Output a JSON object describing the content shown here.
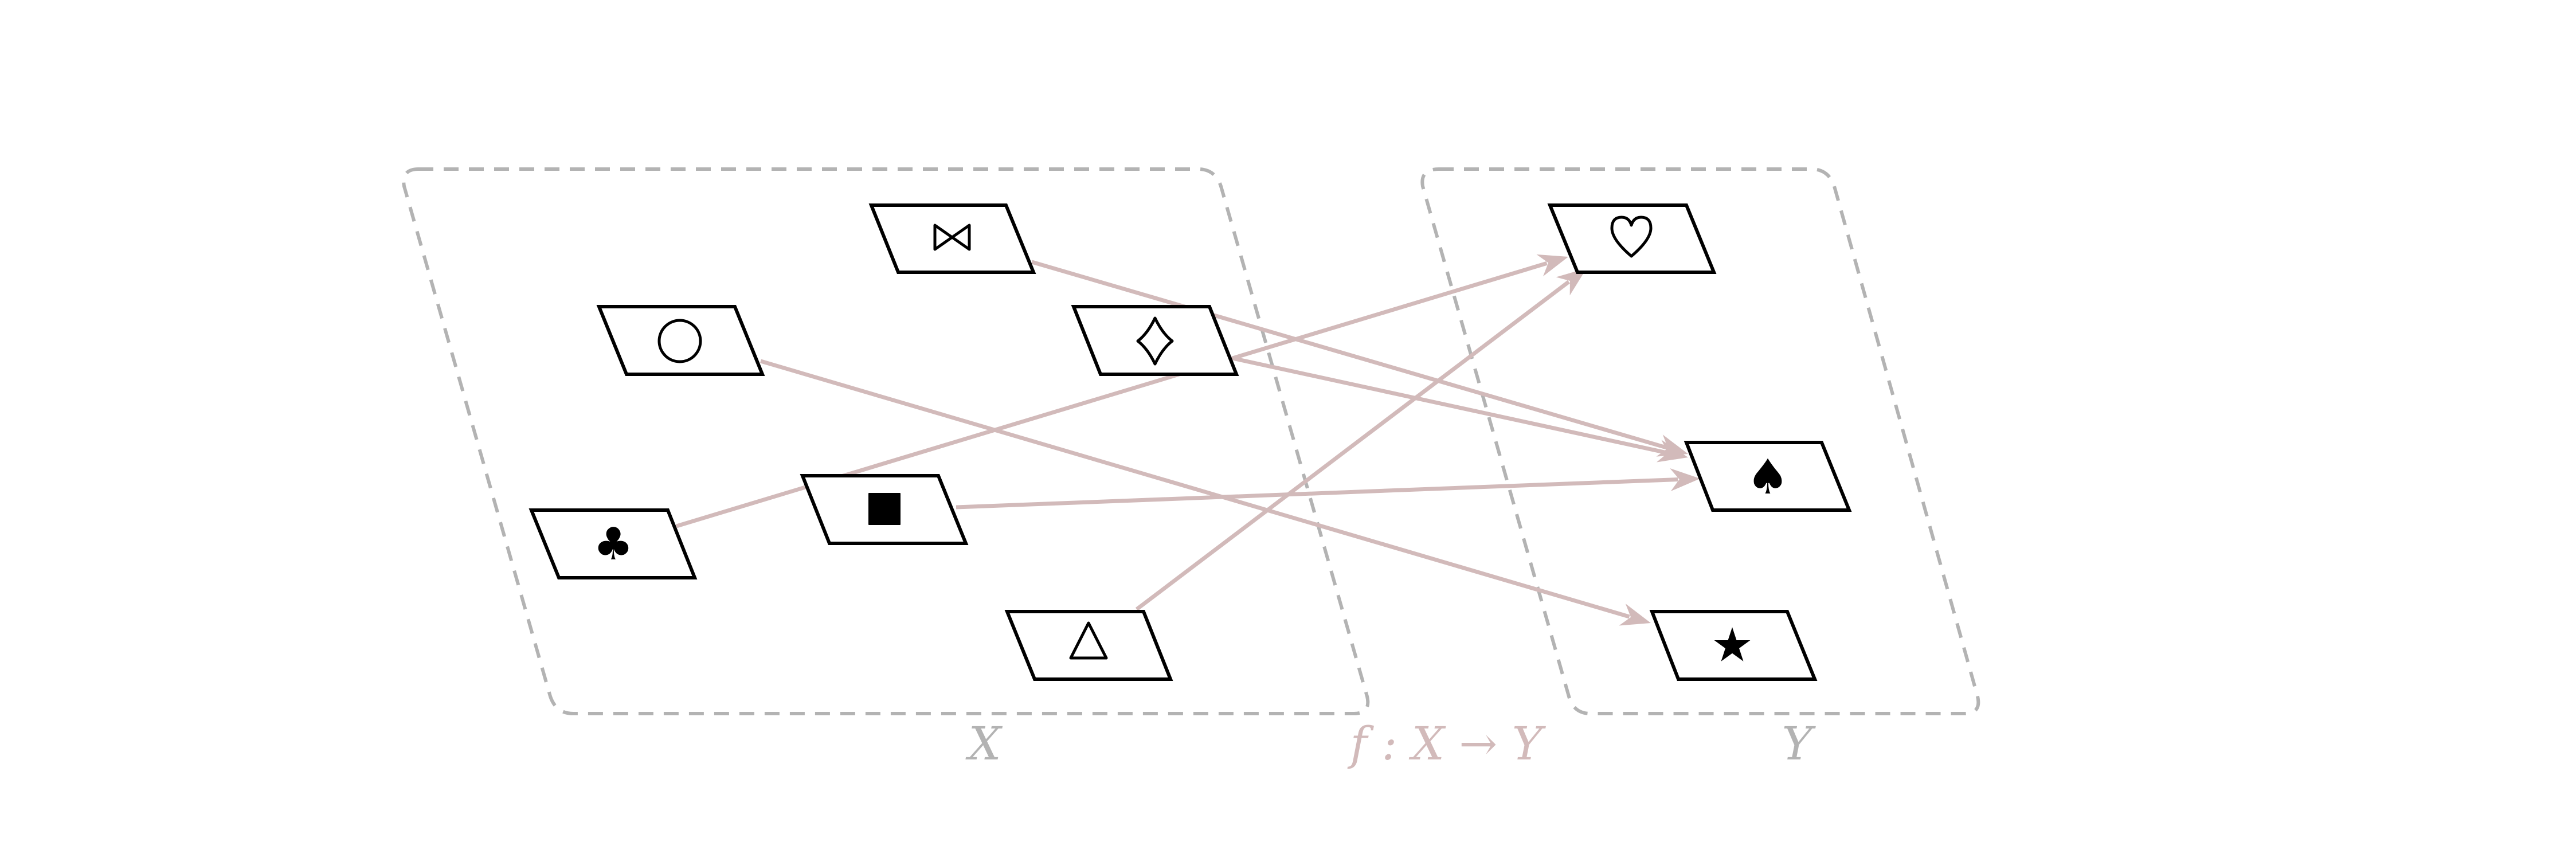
{
  "sets": {
    "domain_label": "X",
    "codomain_label": "Y",
    "map_label": "f : X → Y"
  },
  "domain_elements": [
    {
      "id": "bowtie",
      "symbol": "⋈",
      "name": "bowtie"
    },
    {
      "id": "circle",
      "symbol": "○",
      "name": "circle"
    },
    {
      "id": "diamond",
      "symbol": "♢",
      "name": "diamond"
    },
    {
      "id": "club",
      "symbol": "♣",
      "name": "club"
    },
    {
      "id": "square",
      "symbol": "■",
      "name": "square"
    },
    {
      "id": "triangle",
      "symbol": "△",
      "name": "triangle"
    }
  ],
  "codomain_elements": [
    {
      "id": "heart",
      "symbol": "♡",
      "name": "heart"
    },
    {
      "id": "spade",
      "symbol": "♠",
      "name": "spade"
    },
    {
      "id": "star",
      "symbol": "★",
      "name": "star"
    }
  ],
  "mapping": [
    {
      "from": "bowtie",
      "to": "spade"
    },
    {
      "from": "circle",
      "to": "star"
    },
    {
      "from": "diamond",
      "to": "spade"
    },
    {
      "from": "club",
      "to": "heart"
    },
    {
      "from": "square",
      "to": "spade"
    },
    {
      "from": "triangle",
      "to": "heart"
    }
  ],
  "colors": {
    "arrow": "#d2baba",
    "set_boundary": "#b3b3b3",
    "set_label": "#b3b3b3",
    "map_label": "#d2baba",
    "node_stroke": "#000000"
  }
}
